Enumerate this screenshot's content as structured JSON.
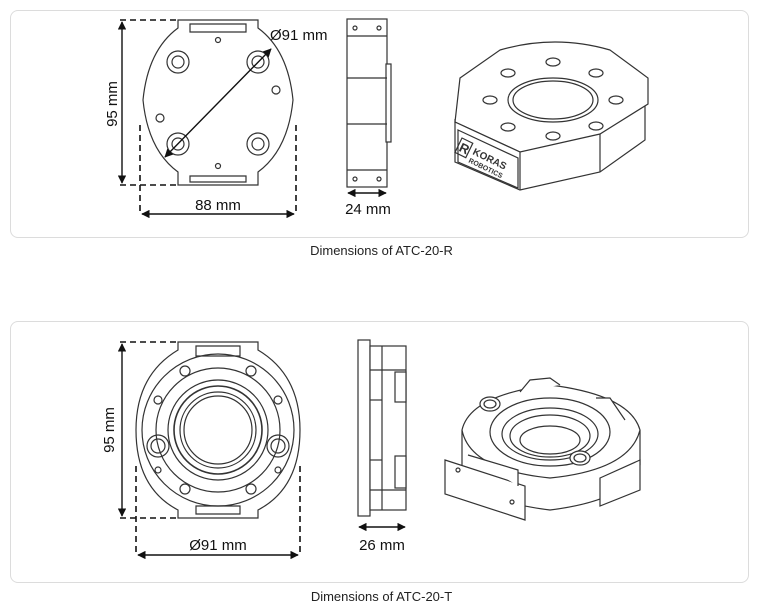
{
  "figures": [
    {
      "caption": "Dimensions of ATC-20-R",
      "dims": {
        "height": "95 mm",
        "diameter": "Ø91 mm",
        "width": "88 mm",
        "thickness": "24 mm"
      },
      "logo": {
        "brand": "KORAS",
        "sub": "ROBOTICS",
        "mark": "R"
      }
    },
    {
      "caption": "Dimensions of ATC-20-T",
      "dims": {
        "height": "95 mm",
        "diameter": "Ø91 mm",
        "thickness": "26 mm"
      }
    }
  ],
  "colors": {
    "line": "#333333",
    "panel_border": "#dcdcdc",
    "background": "#ffffff"
  }
}
